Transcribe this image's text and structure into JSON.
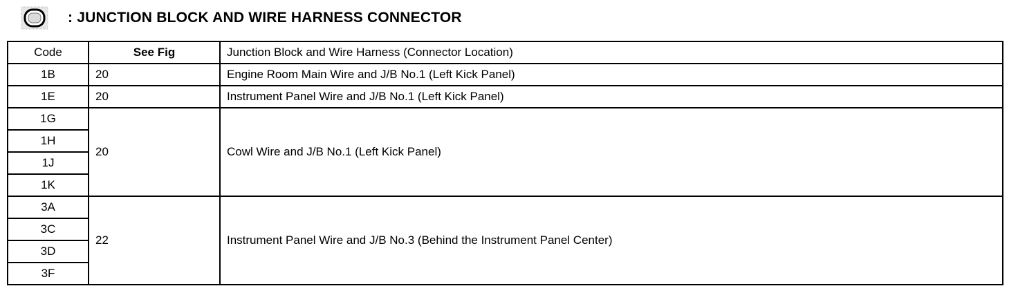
{
  "header": {
    "icon": "junction-connector-icon",
    "title": ": JUNCTION BLOCK AND WIRE HARNESS CONNECTOR"
  },
  "table": {
    "headers": {
      "code": "Code",
      "see_fig": "See Fig",
      "location": "Junction Block and Wire Harness (Connector Location)"
    },
    "groups": [
      {
        "codes": [
          "1B"
        ],
        "fig": "20",
        "location": "Engine Room Main Wire and J/B No.1 (Left Kick Panel)"
      },
      {
        "codes": [
          "1E"
        ],
        "fig": "20",
        "location": "Instrument Panel Wire and J/B No.1 (Left Kick Panel)"
      },
      {
        "codes": [
          "1G",
          "1H",
          "1J",
          "1K"
        ],
        "fig": "20",
        "location": "Cowl Wire and J/B No.1 (Left Kick Panel)"
      },
      {
        "codes": [
          "3A",
          "3C",
          "3D",
          "3F"
        ],
        "fig": "22",
        "location": "Instrument Panel Wire and J/B No.3 (Behind the Instrument Panel Center)"
      }
    ]
  }
}
